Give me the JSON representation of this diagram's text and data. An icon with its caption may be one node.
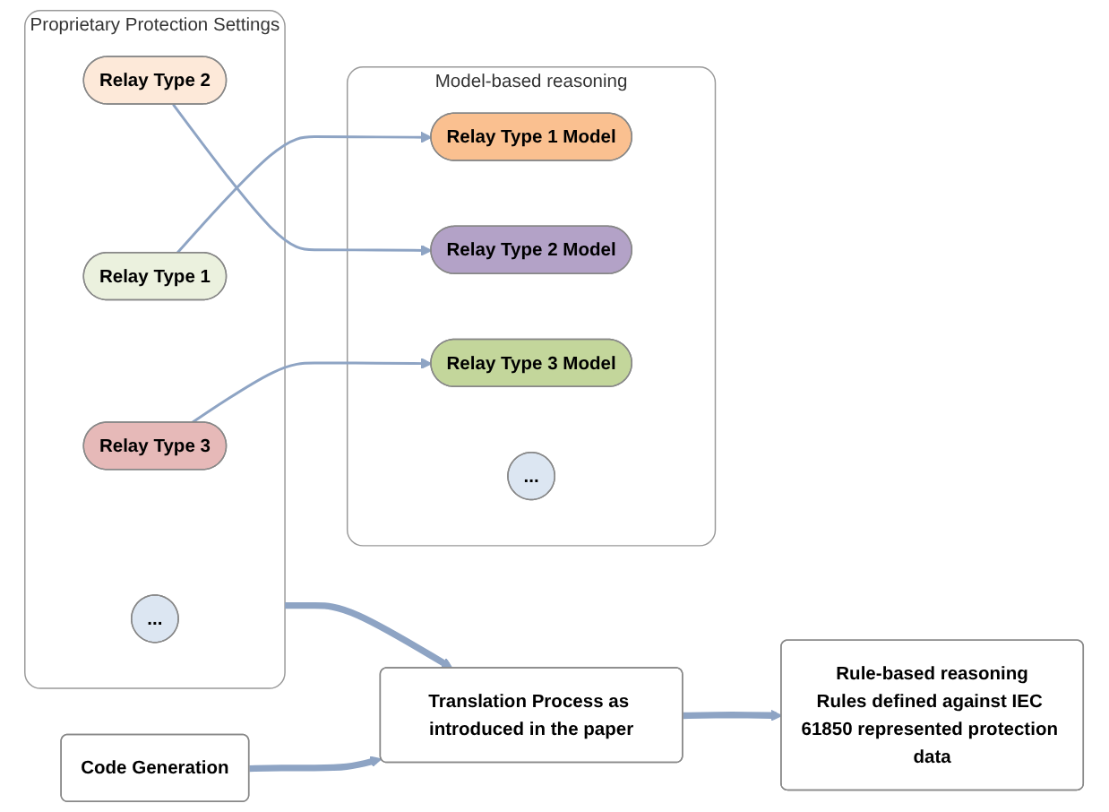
{
  "diagram": {
    "nodes": [
      {
        "text": [
          "Code Generation"
        ]
      },
      {
        "text": [
          "Proprietary Protection Settings"
        ]
      },
      {
        "text": [
          "Relay Type 1"
        ],
        "in": 1
      },
      {
        "text": [
          "Relay Type 2"
        ],
        "in": 1
      },
      {
        "text": [
          "Relay Type 3"
        ],
        "in": 1
      },
      {
        "text": [
          "..."
        ],
        "in": 1
      },
      {
        "text": [
          "Translation Process as introduced in the paper"
        ]
      },
      {
        "text": [
          "Rule-based reasoning",
          "Rules defined against IEC 61850 represented protection data"
        ]
      },
      {
        "text": [
          "Model-based reasoning"
        ]
      },
      {
        "text": [
          "Relay Type 1 Model"
        ],
        "in": 8
      },
      {
        "text": [
          "Relay Type 2 Model"
        ],
        "in": 8
      },
      {
        "text": [
          "Relay Type 3 Model"
        ],
        "in": 8
      },
      {
        "text": [
          "..."
        ],
        "in": 8
      }
    ],
    "edges": [
      {
        "from": 0,
        "to": 6,
        "arrow": "to",
        "style": "thick"
      },
      {
        "from": 1,
        "to": 6,
        "arrow": "to",
        "style": "thick"
      },
      {
        "from": 6,
        "to": 7,
        "arrow": "to",
        "style": "thick"
      },
      {
        "from": 2,
        "to": 9,
        "arrow": "to"
      },
      {
        "from": 3,
        "to": 10,
        "arrow": "to"
      },
      {
        "from": 4,
        "to": 11,
        "arrow": "to"
      }
    ]
  }
}
